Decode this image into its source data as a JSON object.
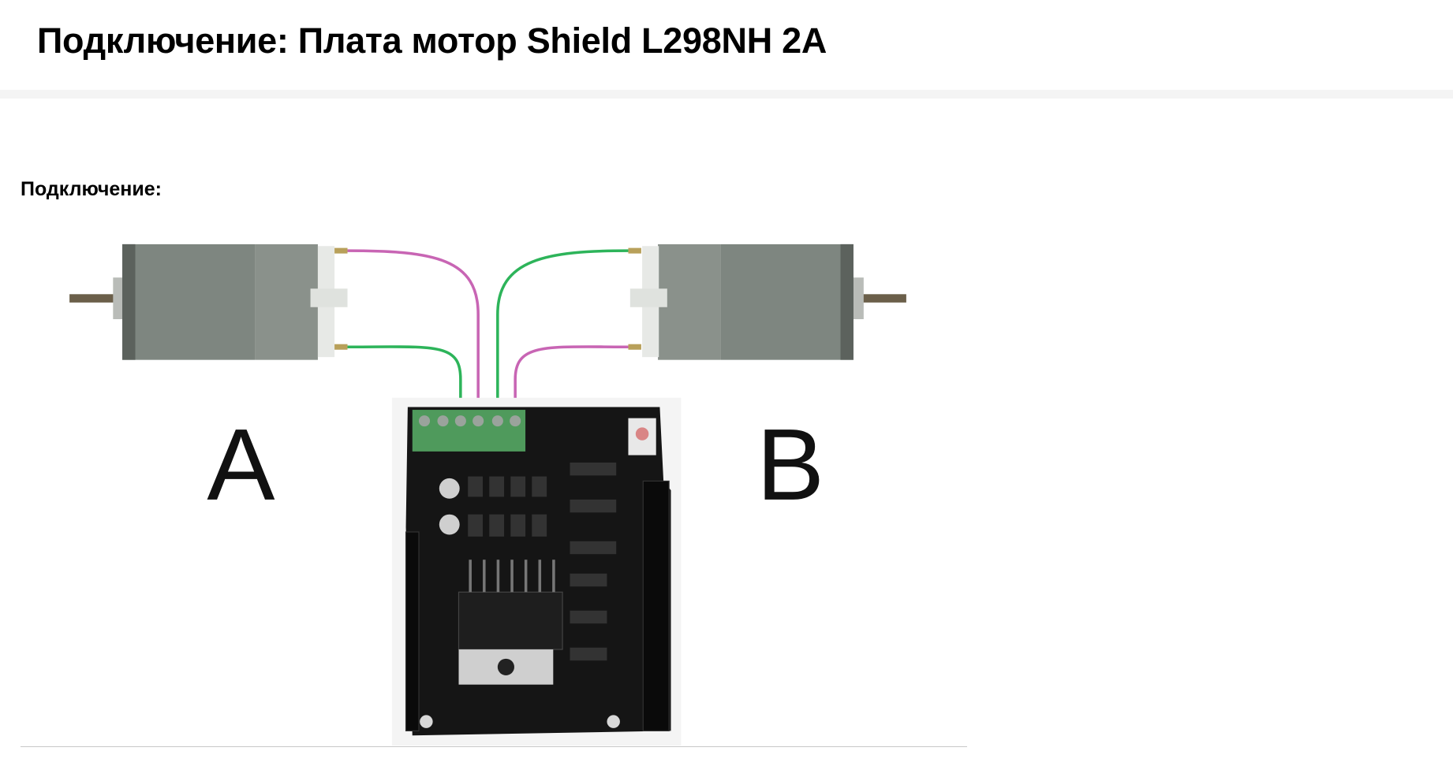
{
  "page": {
    "title": "Подключение: Плата мотор Shield L298NH 2A",
    "section_heading": "Подключение:"
  },
  "diagram": {
    "motor_a_label": "A",
    "motor_b_label": "B",
    "colors": {
      "wire_pink": "#c865b4",
      "wire_green": "#2db45a",
      "motor_body": "#7d847e",
      "terminal_green": "#4f9a5c",
      "board": "#151515"
    }
  }
}
